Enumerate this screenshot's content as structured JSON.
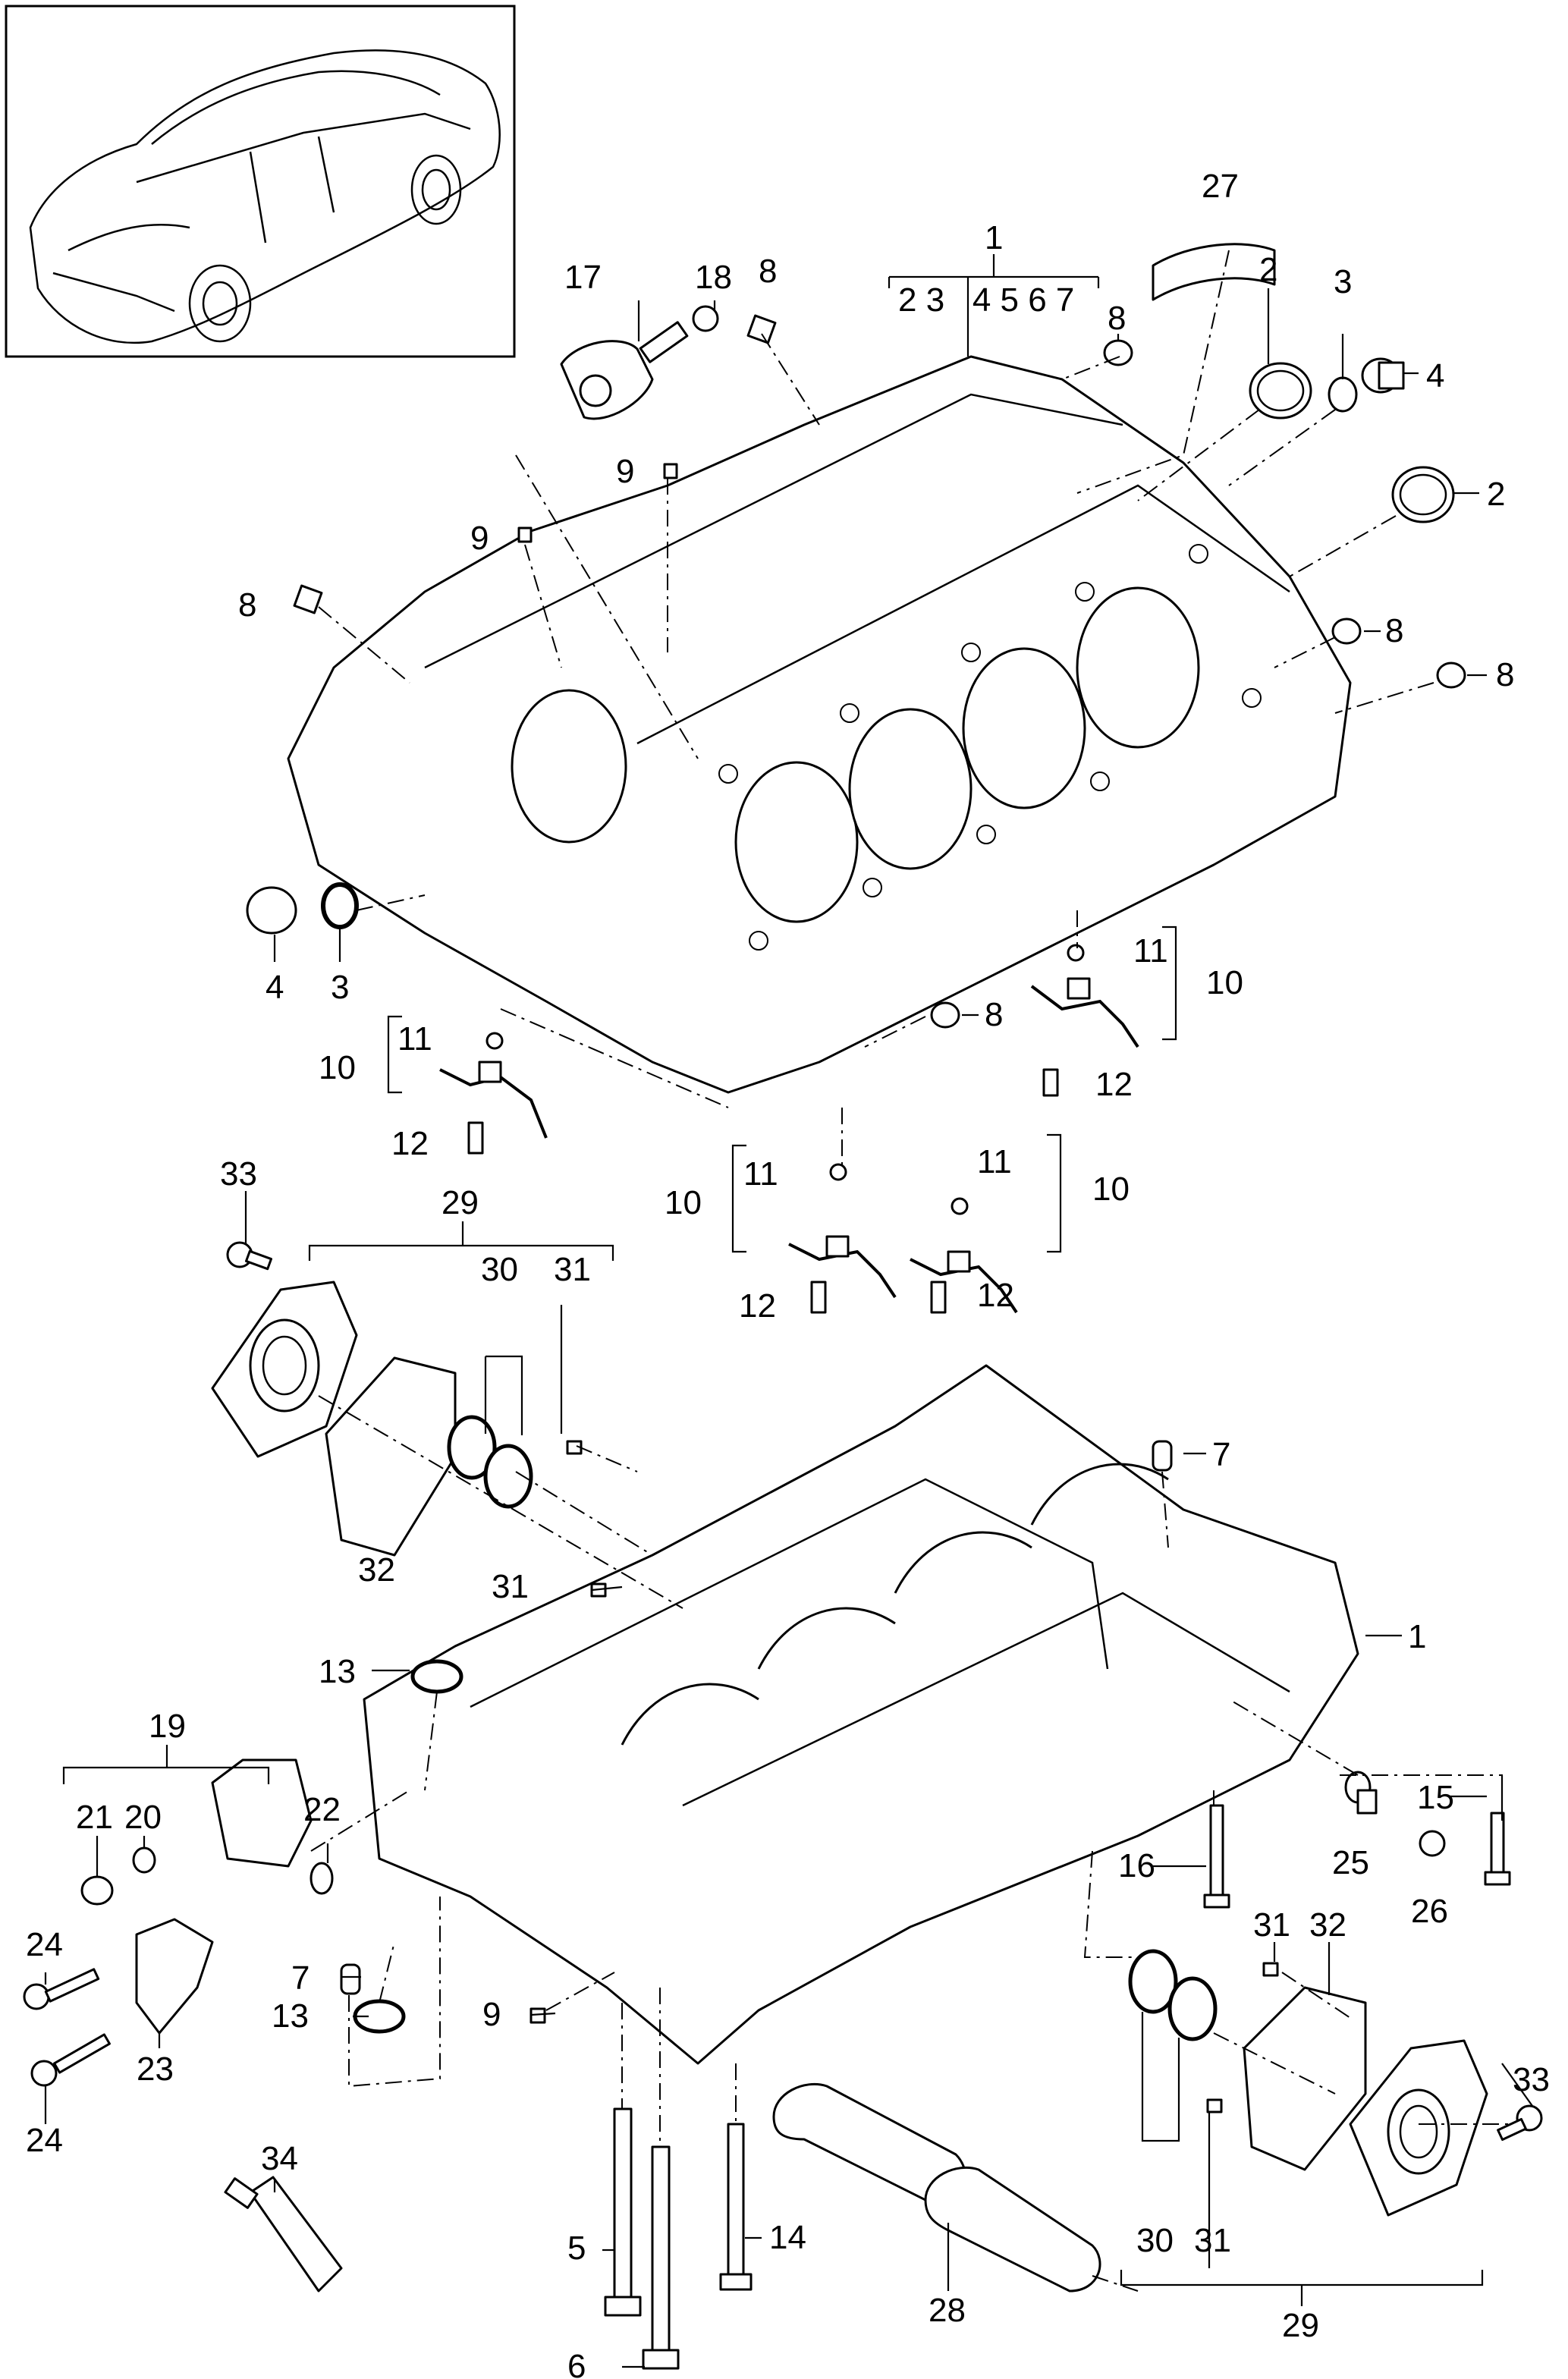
{
  "labels": {
    "p1": "1",
    "p2": "2",
    "p3": "3",
    "p4": "4",
    "p5": "5",
    "p6": "6",
    "p7": "7",
    "p8": "8",
    "p9": "9",
    "p10": "10",
    "p11": "11",
    "p12": "12",
    "p13": "13",
    "p14": "14",
    "p15": "15",
    "p16": "16",
    "p17": "17",
    "p18": "18",
    "p19": "19",
    "p20": "20",
    "p21": "21",
    "p22": "22",
    "p23": "23",
    "p24": "24",
    "p25": "25",
    "p26": "26",
    "p27": "27",
    "p28": "28",
    "p29": "29",
    "p30": "30",
    "p31": "31",
    "p32": "32",
    "p33": "33",
    "p34": "34"
  },
  "group_1_members": "2 3   4 5 6 7"
}
